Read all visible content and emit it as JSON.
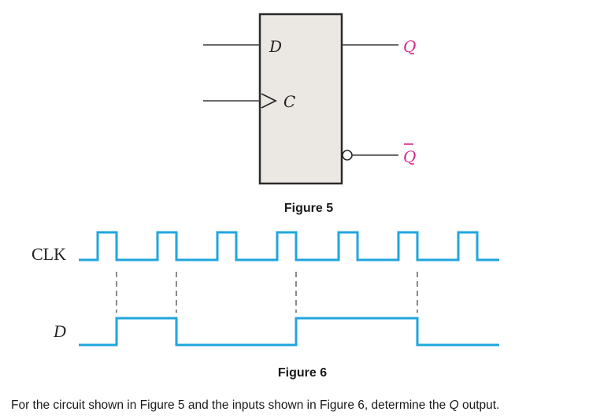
{
  "figure5": {
    "caption": "Figure 5",
    "inputs": {
      "d": "D",
      "c": "C"
    },
    "outputs": {
      "q": "Q",
      "q_bar": "Q"
    },
    "colors": {
      "box_fill": "#ebe8e3",
      "output_label": "#d4288c"
    }
  },
  "figure6": {
    "caption": "Figure 6",
    "signals": [
      {
        "label": "CLK"
      },
      {
        "label": "D"
      }
    ],
    "colors": {
      "waveform": "#1fa6dd"
    }
  },
  "question": {
    "before": "For the circuit shown in Figure 5 and the inputs shown in Figure 6, determine the ",
    "var": "Q",
    "after": " output."
  }
}
